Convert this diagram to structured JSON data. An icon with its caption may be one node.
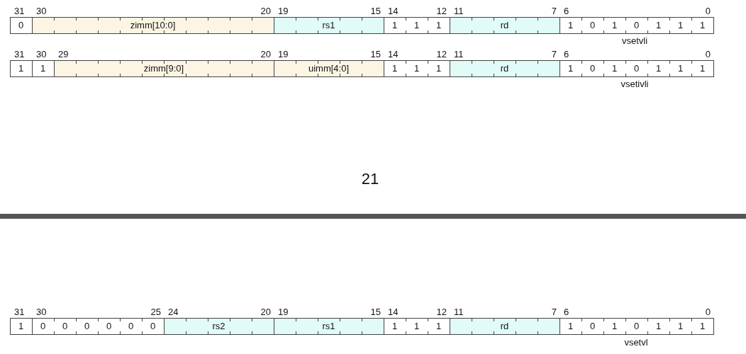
{
  "diagram": {
    "nodes": [
      {
        "text": [
          "0"
        ],
        "beside": [
          "31"
        ]
      },
      {
        "text": [
          "zimm[10:0]"
        ],
        "beside": [
          "30",
          "20"
        ]
      },
      {
        "text": [
          "rs1"
        ],
        "beside": [
          "19",
          "15"
        ]
      },
      {
        "text": [
          "1",
          "1",
          "1"
        ],
        "beside": [
          "14",
          "12"
        ]
      },
      {
        "text": [
          "rd"
        ],
        "beside": [
          "11",
          "7"
        ]
      },
      {
        "text": [
          "1",
          "0",
          "1",
          "0",
          "1",
          "1",
          "1"
        ],
        "beside": [
          "6",
          "0"
        ]
      },
      {
        "text": [
          "1"
        ],
        "beside": [
          "31"
        ]
      },
      {
        "text": [
          "1"
        ],
        "beside": [
          "30"
        ]
      },
      {
        "text": [
          "zimm[9:0]"
        ],
        "beside": [
          "29",
          "20"
        ]
      },
      {
        "text": [
          "uimm[4:0]"
        ],
        "beside": [
          "19",
          "15"
        ]
      },
      {
        "text": [
          "1",
          "1",
          "1"
        ],
        "beside": [
          "14",
          "12"
        ]
      },
      {
        "text": [
          "rd"
        ],
        "beside": [
          "11",
          "7"
        ]
      },
      {
        "text": [
          "1",
          "0",
          "1",
          "0",
          "1",
          "1",
          "1"
        ],
        "beside": [
          "6",
          "0"
        ]
      },
      {
        "text": [
          "1"
        ],
        "beside": [
          "31"
        ]
      },
      {
        "text": [
          "0",
          "0",
          "0",
          "0",
          "0",
          "0"
        ],
        "beside": [
          "30",
          "25"
        ]
      },
      {
        "text": [
          "rs2"
        ],
        "beside": [
          "24",
          "20"
        ]
      },
      {
        "text": [
          "rs1"
        ],
        "beside": [
          "19",
          "15"
        ]
      },
      {
        "text": [
          "1",
          "1",
          "1"
        ],
        "beside": [
          "14",
          "12"
        ]
      },
      {
        "text": [
          "rd"
        ],
        "beside": [
          "11",
          "7"
        ]
      },
      {
        "text": [
          "1",
          "0",
          "1",
          "0",
          "1",
          "1",
          "1"
        ],
        "beside": [
          "6",
          "0"
        ]
      }
    ],
    "labels": [
      "vsetvli",
      "vsetivli",
      "21",
      "vsetvl"
    ]
  }
}
